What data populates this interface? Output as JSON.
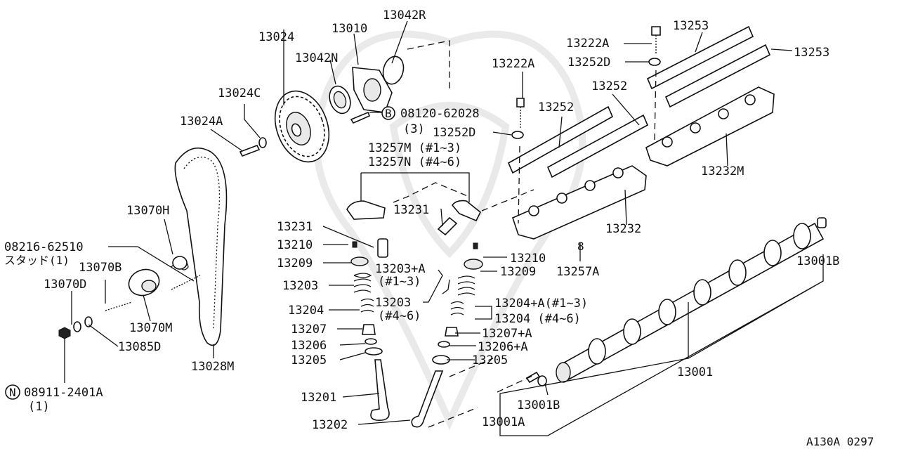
{
  "diagram_code": "A130A 0297",
  "labels": {
    "p13001": "13001",
    "p13001a": "13001A",
    "p13001b_top": "13001B",
    "p13001b_bot": "13001B",
    "p13010": "13010",
    "p13024": "13024",
    "p13024a": "13024A",
    "p13024c": "13024C",
    "p13028m": "13028M",
    "p13042n": "13042N",
    "p13042r": "13042R",
    "p13070b": "13070B",
    "p13070d": "13070D",
    "p13070h": "13070H",
    "p13070m": "13070M",
    "p13085d": "13085D",
    "p13201": "13201",
    "p13202": "13202",
    "p13203": "13203",
    "p13203a": "13203+A",
    "p13203a_note": "(#1~3)",
    "p13203b": "13203",
    "p13203b_note": "(#4~6)",
    "p13204": "13204",
    "p13204a": "13204+A(#1~3)",
    "p13204b": "13204 (#4~6)",
    "p13205_l": "13205",
    "p13205_r": "13205",
    "p13206": "13206",
    "p13206a": "13206+A",
    "p13207": "13207",
    "p13207a": "13207+A",
    "p13209_l": "13209",
    "p13209_r": "13209",
    "p13210_l": "13210",
    "p13210_r": "13210",
    "p13222a_1": "13222A",
    "p13222a_2": "13222A",
    "p13231_l": "13231",
    "p13231_r": "13231",
    "p13232": "13232",
    "p13232m": "13232M",
    "p13252_1": "13252",
    "p13252_2": "13252",
    "p13252d_1": "13252D",
    "p13252d_2": "13252D",
    "p13253_1": "13253",
    "p13253_2": "13253",
    "p13257a": "13257A",
    "p13257m": "13257M (#1~3)",
    "p13257n": "13257N (#4~6)",
    "bolt_b": "08120-62028",
    "bolt_b_qty": "(3)",
    "stud": "08216-62510",
    "stud_note": "スタッド(1)",
    "nut_n": "08911-2401A",
    "nut_n_qty": "(1)"
  },
  "markers": {
    "b": "B",
    "n": "N",
    "a": "8"
  }
}
